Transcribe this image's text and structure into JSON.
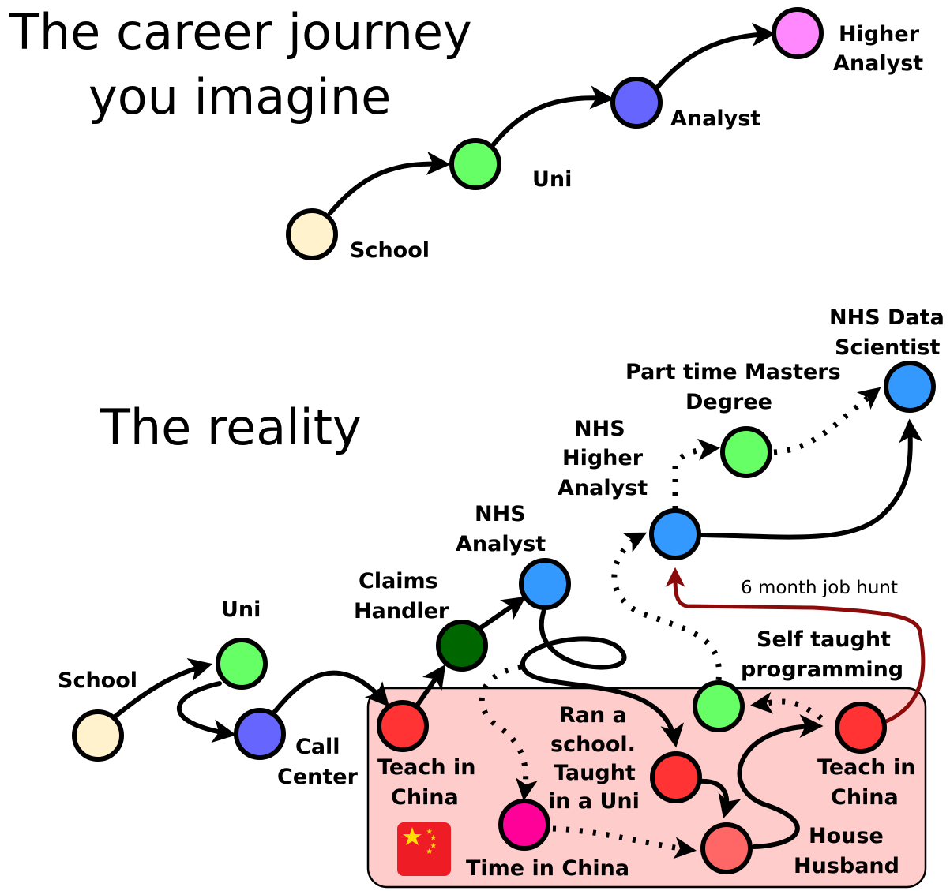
{
  "imagined": {
    "title_line1": "The career journey",
    "title_line2": "you imagine",
    "nodes": [
      {
        "id": "school",
        "label": "School",
        "color": "#fff2cc"
      },
      {
        "id": "uni",
        "label": "Uni",
        "color": "#66ff66"
      },
      {
        "id": "analyst",
        "label": "Analyst",
        "color": "#6666ff"
      },
      {
        "id": "higher-analyst",
        "label_line1": "Higher",
        "label_line2": "Analyst",
        "color": "#ff88ff"
      }
    ]
  },
  "reality": {
    "title": "The reality",
    "region_color": "#ffcccc",
    "region_icon": "china-flag-icon",
    "nodes": {
      "school": {
        "label": "School",
        "color": "#fff2cc"
      },
      "uni": {
        "label": "Uni",
        "color": "#66ff66"
      },
      "call_center": {
        "label_line1": "Call",
        "label_line2": "Center",
        "color": "#6666ff"
      },
      "teach_china_1": {
        "label_line1": "Teach in",
        "label_line2": "China",
        "color": "#ff3333"
      },
      "claims_handler": {
        "label_line1": "Claims",
        "label_line2": "Handler",
        "color": "#006600"
      },
      "nhs_analyst": {
        "label_line1": "NHS",
        "label_line2": "Analyst",
        "color": "#3399ff"
      },
      "time_in_china": {
        "label": "Time in China",
        "color": "#ff0099"
      },
      "ran_school": {
        "label_line1": "Ran a",
        "label_line2": "school.",
        "label_line3": "Taught",
        "label_line4": "in a Uni",
        "color": "#ff3333"
      },
      "house_husband": {
        "label_line1": "House",
        "label_line2": "Husband",
        "color": "#ff6666"
      },
      "teach_china_2": {
        "label_line1": "Teach in",
        "label_line2": "China",
        "color": "#ff3333"
      },
      "self_taught": {
        "label_line1": "Self taught",
        "label_line2": "programming",
        "color": "#66ff66"
      },
      "nhs_higher_analyst": {
        "label_line1": "NHS",
        "label_line2": "Higher",
        "label_line3": "Analyst",
        "color": "#3399ff"
      },
      "masters": {
        "label_line1": "Part time Masters",
        "label_line2": "Degree",
        "color": "#66ff66"
      },
      "nhs_data_scientist": {
        "label_line1": "NHS Data",
        "label_line2": "Scientist",
        "color": "#3399ff"
      }
    },
    "job_hunt_label": "6 month job hunt",
    "job_hunt_color": "#8b0a0a"
  }
}
